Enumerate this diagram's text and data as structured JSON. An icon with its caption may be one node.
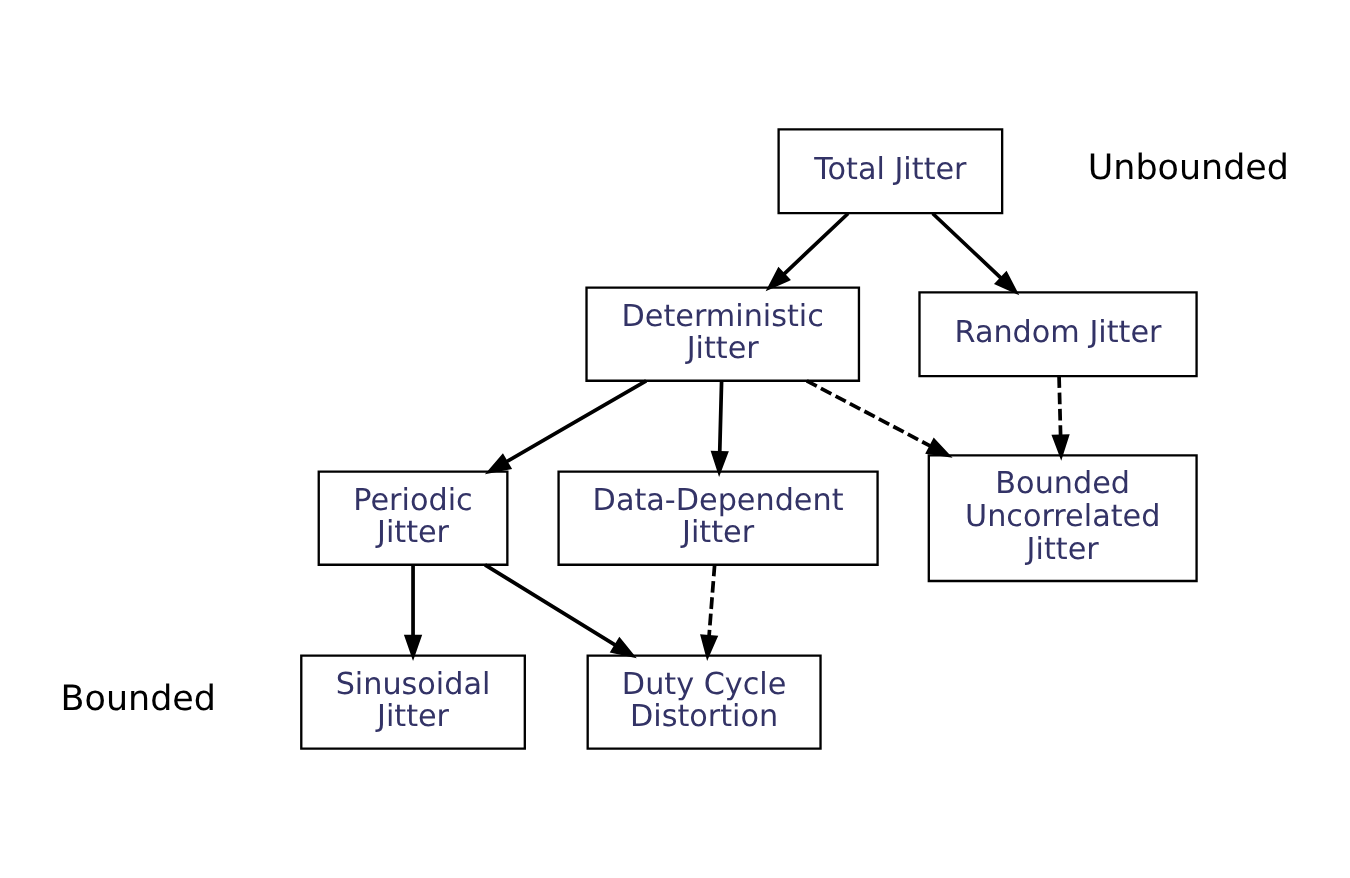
{
  "diagram": {
    "nodes": [
      {
        "text": [
          "Total Jitter"
        ]
      },
      {
        "text": [
          "Deterministic Jitter"
        ]
      },
      {
        "text": [
          "Random Jitter"
        ]
      },
      {
        "text": [
          "Periodic Jitter"
        ]
      },
      {
        "text": [
          "Data-Dependent Jitter"
        ]
      },
      {
        "text": [
          "Sinusoidal Jitter"
        ]
      },
      {
        "text": [
          "Duty Cycle Distortion"
        ]
      },
      {
        "text": [
          "Bounded Uncorrelated Jitter"
        ]
      }
    ],
    "edges": [
      {
        "from": 0,
        "to": 1,
        "arrow": "to"
      },
      {
        "from": 0,
        "to": 2,
        "arrow": "to"
      },
      {
        "from": 1,
        "to": 3,
        "arrow": "to"
      },
      {
        "from": 1,
        "to": 4,
        "arrow": "to"
      },
      {
        "from": 3,
        "to": 5,
        "arrow": "to"
      },
      {
        "from": 3,
        "to": 6,
        "arrow": "to"
      },
      {
        "from": 4,
        "to": 6,
        "arrow": "to",
        "style": "dashed"
      },
      {
        "from": 1,
        "to": 7,
        "arrow": "to",
        "style": "dashed"
      },
      {
        "from": 2,
        "to": 7,
        "arrow": "to",
        "style": "dashed"
      }
    ],
    "labels": [
      "Unbounded",
      "Bounded"
    ]
  }
}
